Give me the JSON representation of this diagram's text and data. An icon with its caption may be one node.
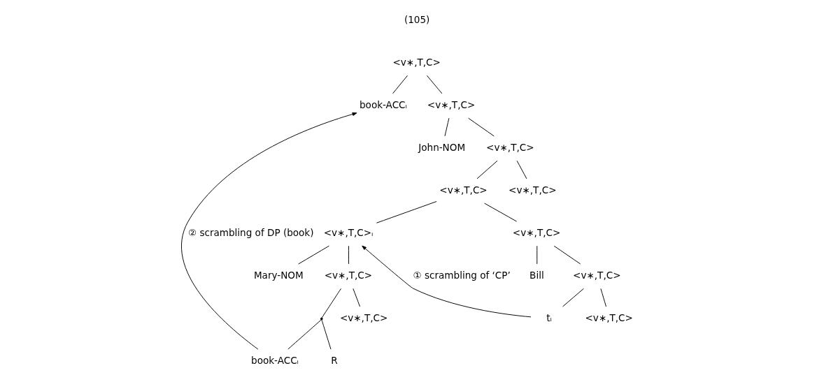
{
  "diagram": {
    "nodes": [
      {
        "text": [
          "<v∗,T,C>"
        ]
      },
      {
        "text": [
          "book-ACCᵢ"
        ]
      },
      {
        "text": [
          "<v∗,T,C>"
        ]
      },
      {
        "text": [
          "John-NOM"
        ]
      },
      {
        "text": [
          "<v∗,T,C>"
        ]
      },
      {
        "text": [
          "<v∗,T,C>"
        ]
      },
      {
        "text": [
          "<v∗,T,C>"
        ]
      },
      {
        "text": [
          "<v∗,T,C>ᵢ"
        ]
      },
      {
        "text": [
          "<v∗,T,C>"
        ]
      },
      {
        "text": [
          "Mary-NOM"
        ]
      },
      {
        "text": [
          "<v∗,T,C>"
        ]
      },
      {
        "text": [
          "Bill"
        ]
      },
      {
        "text": [
          "<v∗,T,C>"
        ]
      },
      {
        "text": [],
        "shape": "point"
      },
      {
        "text": [
          "<v∗,T,C>"
        ]
      },
      {
        "text": [
          "tᵢ"
        ]
      },
      {
        "text": [
          "<v∗,T,C>"
        ]
      },
      {
        "text": [
          "book-ACCᵢ"
        ]
      },
      {
        "text": [
          "R"
        ]
      }
    ],
    "edges": [
      {
        "from": 0,
        "to": 1,
        "arrow": "none"
      },
      {
        "from": 0,
        "to": 2,
        "arrow": "none"
      },
      {
        "from": 2,
        "to": 3,
        "arrow": "none"
      },
      {
        "from": 2,
        "to": 4,
        "arrow": "none"
      },
      {
        "from": 4,
        "to": 5,
        "arrow": "none"
      },
      {
        "from": 4,
        "to": 6,
        "arrow": "none"
      },
      {
        "from": 5,
        "to": 7,
        "arrow": "none"
      },
      {
        "from": 5,
        "to": 8,
        "arrow": "none"
      },
      {
        "from": 7,
        "to": 9,
        "arrow": "none"
      },
      {
        "from": 7,
        "to": 10,
        "arrow": "none"
      },
      {
        "from": 8,
        "to": 11,
        "arrow": "none"
      },
      {
        "from": 8,
        "to": 12,
        "arrow": "none"
      },
      {
        "from": 10,
        "to": 13,
        "arrow": "none"
      },
      {
        "from": 10,
        "to": 14,
        "arrow": "none"
      },
      {
        "from": 12,
        "to": 15,
        "arrow": "none"
      },
      {
        "from": 12,
        "to": 16,
        "arrow": "none"
      },
      {
        "from": 13,
        "to": 17,
        "arrow": "none"
      },
      {
        "from": 13,
        "to": 18,
        "arrow": "none"
      },
      {
        "from": 15,
        "to": 7,
        "arrow": "to",
        "label": "① scrambling of ‘CP’"
      },
      {
        "from": 17,
        "to": 1,
        "arrow": "to",
        "label": "② scrambling of DP (book)"
      }
    ],
    "labels": [
      "(105)"
    ]
  }
}
